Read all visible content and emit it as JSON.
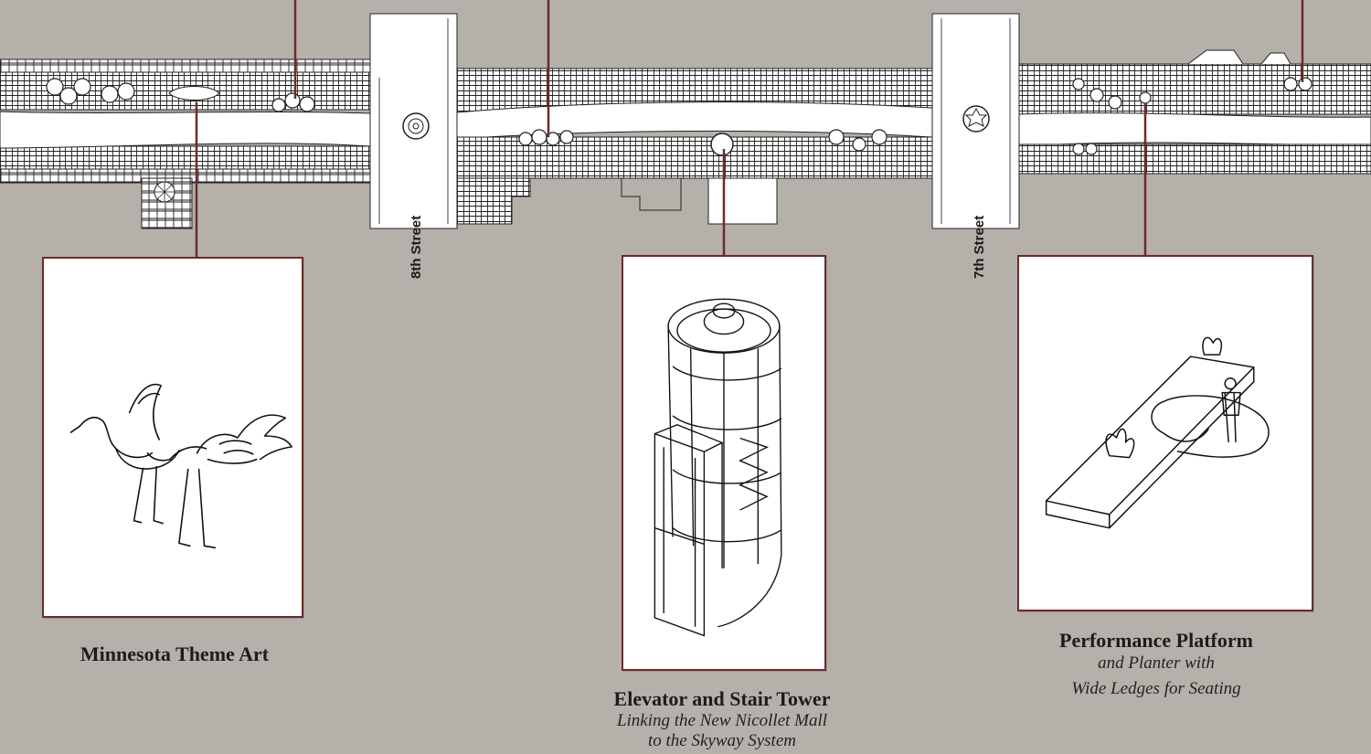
{
  "colors": {
    "background": "#b5b1aa",
    "leader_line": "#6e2a2a",
    "card_border": "#6e2a2a",
    "ink": "#1c1c1c"
  },
  "streets": [
    {
      "name": "8th Street"
    },
    {
      "name": "7th Street"
    }
  ],
  "features": [
    {
      "id": "minnesota-theme-art",
      "title": "Minnesota Theme Art",
      "subtitle_lines": [],
      "illustration": "cranes-icon"
    },
    {
      "id": "elevator-stair-tower",
      "title": "Elevator and Stair Tower",
      "subtitle_lines": [
        "Linking the New Nicollet Mall",
        "to the Skyway System"
      ],
      "illustration": "tower-icon"
    },
    {
      "id": "performance-platform",
      "title": "Performance Platform",
      "subtitle_lines": [
        "and Planter with",
        "Wide Ledges for Seating"
      ],
      "illustration": "platform-icon"
    }
  ]
}
